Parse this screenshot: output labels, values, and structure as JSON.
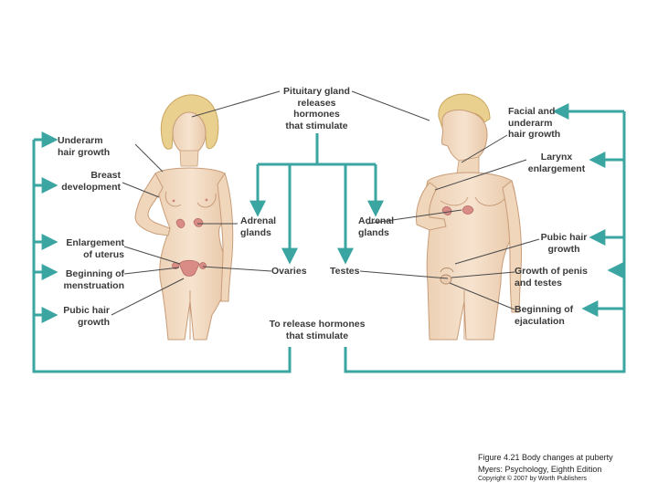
{
  "colors": {
    "arrow": "#3aa5a1",
    "line": "#4a4a4a",
    "skin": "#f3dcc4",
    "skin_shade": "#e2bfa0",
    "hair": "#ead08f",
    "gland": "#d98c86"
  },
  "center": {
    "pituitary": [
      "Pituitary gland",
      "releases",
      "hormones",
      "that stimulate"
    ],
    "adrenal_left": [
      "Adrenal",
      "glands"
    ],
    "adrenal_right": [
      "Adrenal",
      "glands"
    ],
    "ovaries": "Ovaries",
    "testes": "Testes",
    "release": [
      "To release hormones",
      "that stimulate"
    ]
  },
  "female_labels": {
    "underarm": [
      "Underarm",
      "hair growth"
    ],
    "breast": [
      "Breast",
      "development"
    ],
    "uterus": [
      "Enlargement",
      "of uterus"
    ],
    "menstruation": [
      "Beginning of",
      "menstruation"
    ],
    "pubic": [
      "Pubic hair",
      "growth"
    ]
  },
  "male_labels": {
    "facial": [
      "Facial and",
      "underarm",
      "hair growth"
    ],
    "larynx": [
      "Larynx",
      "enlargement"
    ],
    "pubic": [
      "Pubic hair",
      "growth"
    ],
    "penis": [
      "Growth of penis",
      "and testes"
    ],
    "ejaculation": [
      "Beginning of",
      "ejaculation"
    ]
  },
  "caption": {
    "line1": "Figure 4.21 Body changes at puberty",
    "line2": "Myers: Psychology, Eighth Edition",
    "line3": "Copyright © 2007 by Worth Publishers"
  }
}
